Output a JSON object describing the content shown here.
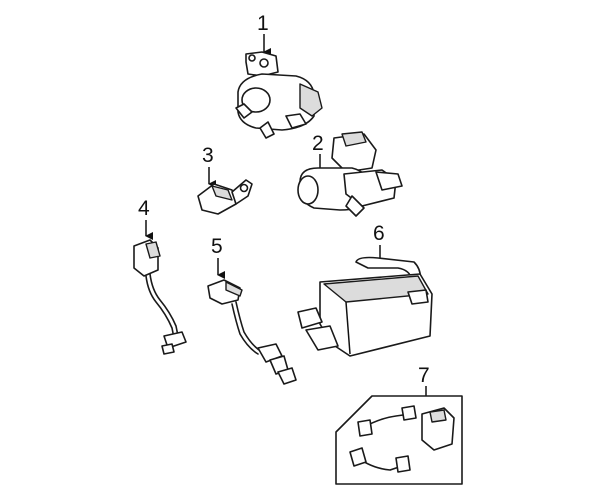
{
  "callouts": [
    {
      "id": "callout-1",
      "label": "1"
    },
    {
      "id": "callout-2",
      "label": "2"
    },
    {
      "id": "callout-3",
      "label": "3"
    },
    {
      "id": "callout-4",
      "label": "4"
    },
    {
      "id": "callout-5",
      "label": "5"
    },
    {
      "id": "callout-6",
      "label": "6"
    },
    {
      "id": "callout-7",
      "label": "7"
    }
  ]
}
